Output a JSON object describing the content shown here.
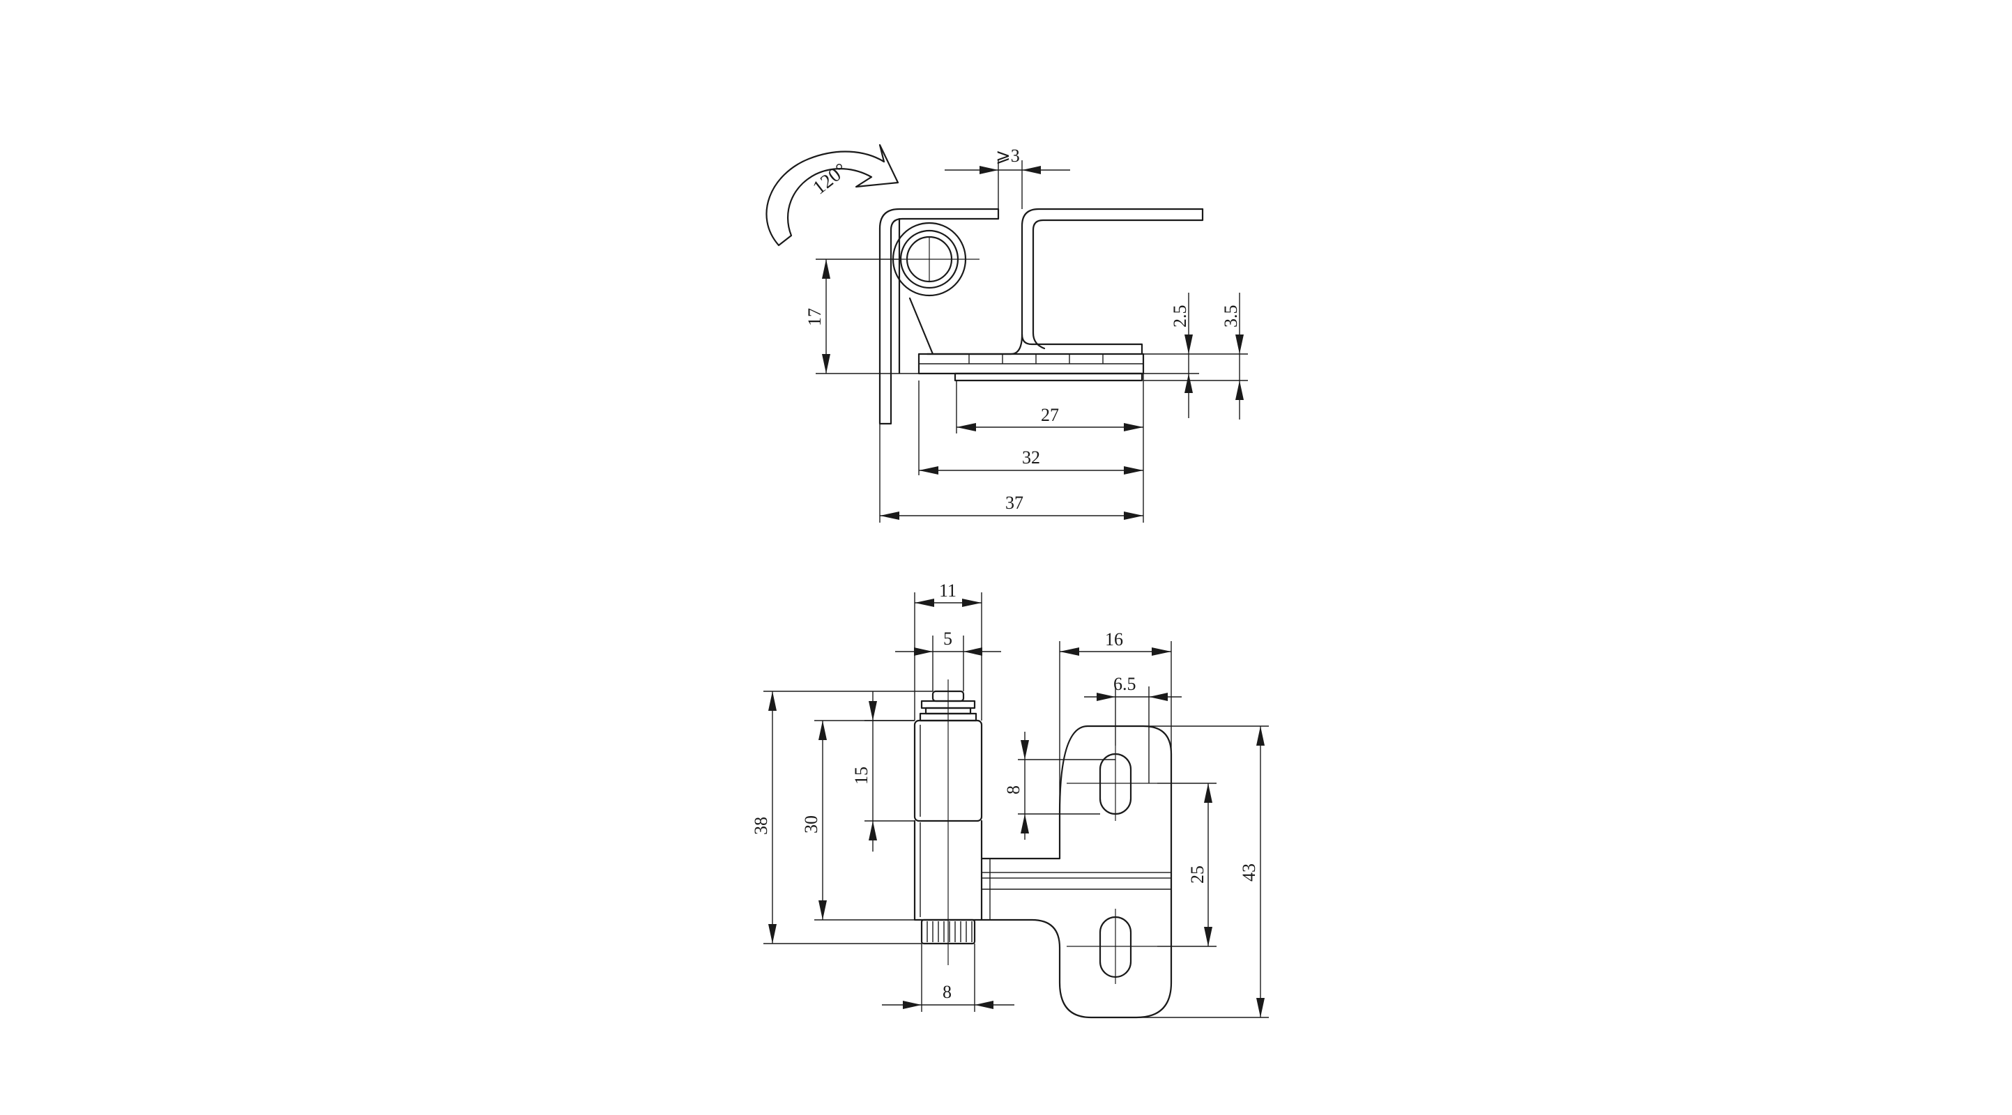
{
  "rotation": {
    "label": "120°"
  },
  "top_view": {
    "dim_gap": "⩾3",
    "dim_height": "17",
    "dim_thk_inner": "2.5",
    "dim_thk_outer": "3.5",
    "dim_w27": "27",
    "dim_w32": "32",
    "dim_w37": "37"
  },
  "front_view": {
    "dim_11": "11",
    "dim_5": "5",
    "dim_16": "16",
    "dim_6_5": "6.5",
    "dim_8_top": "8",
    "dim_15": "15",
    "dim_30": "30",
    "dim_38": "38",
    "dim_25": "25",
    "dim_43": "43",
    "dim_8_bottom": "8"
  }
}
